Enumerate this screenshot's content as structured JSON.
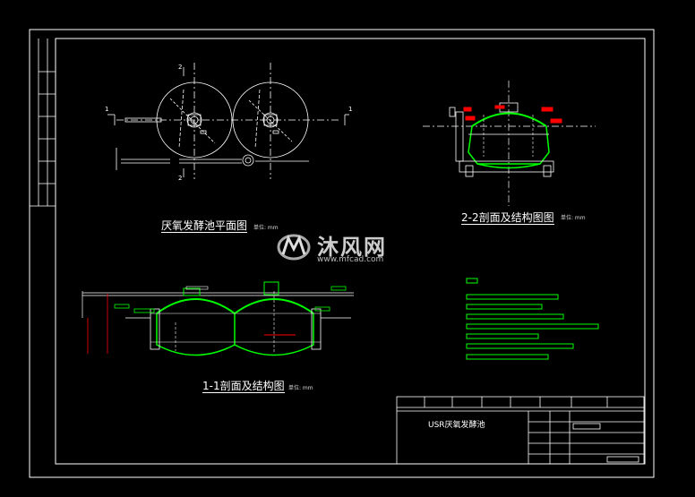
{
  "drawing": {
    "plan_title": "厌氧发酵池平面图",
    "section_22_title": "2-2剖面及结构图图",
    "section_11_title": "1-1剖面及结构图",
    "unit_label": "单位: mm",
    "title_block_name": "USR厌氧发酵池",
    "section_marks": [
      "1",
      "1",
      "2",
      "2"
    ]
  },
  "watermark": {
    "brand_cn": "沐风网",
    "url": "www.mfcad.com"
  },
  "colors": {
    "background": "#000000",
    "line": "#ffffff",
    "accent_green": "#00ff00",
    "accent_red": "#ff0000"
  }
}
